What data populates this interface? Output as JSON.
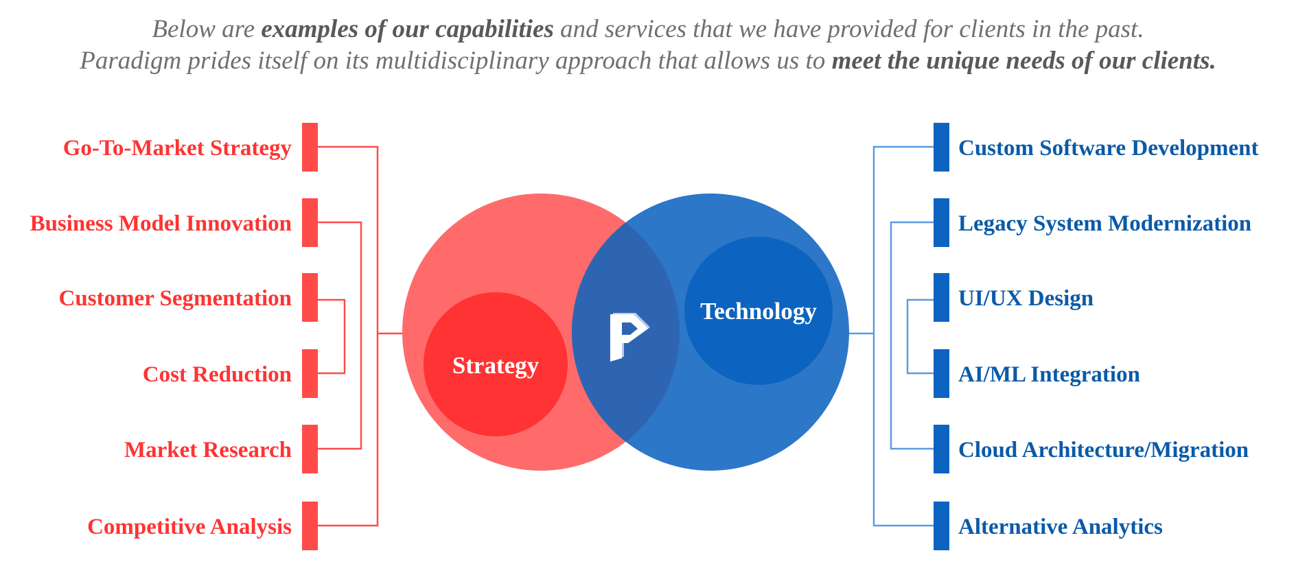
{
  "intro": {
    "line1": {
      "before": "Below are ",
      "bold": "examples of our capabilities",
      "after": " and services that we have provided for clients in the past."
    },
    "line2": {
      "before": "Paradigm prides itself on its multidisciplinary approach that allows us to ",
      "bold": "meet the unique needs of our clients."
    }
  },
  "strategy": {
    "title": "Strategy",
    "color": "#ff3333",
    "circle_color": "#ff6b6b",
    "items": [
      "Go-To-Market Strategy",
      "Business Model Innovation",
      "Customer Segmentation",
      "Cost Reduction",
      "Market Research",
      "Competitive Analysis"
    ]
  },
  "technology": {
    "title": "Technology",
    "color": "#0a5aa8",
    "circle_color": "#2d77c8",
    "items": [
      "Custom Software Development",
      "Legacy System Modernization",
      "UI/UX Design",
      "AI/ML Integration",
      "Cloud Architecture/Migration",
      "Alternative Analytics"
    ]
  },
  "logo": {
    "letter": "P"
  }
}
